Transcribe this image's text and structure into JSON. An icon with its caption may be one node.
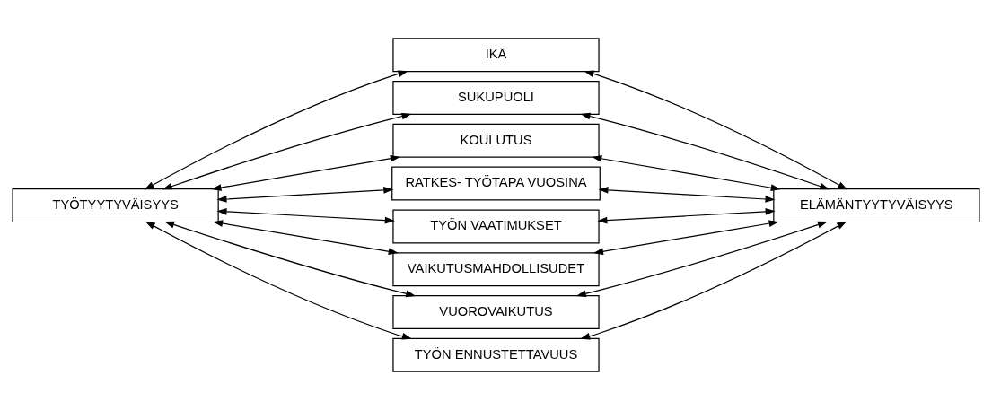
{
  "diagram": {
    "nodes": [
      {
        "text": [
          "TYÖTYYTYVÄISYYS"
        ]
      },
      {
        "text": [
          "IKÄ"
        ]
      },
      {
        "text": [
          "SUKUPUOLI"
        ]
      },
      {
        "text": [
          "KOULUTUS"
        ]
      },
      {
        "text": [
          "RATKES- TYÖTAPA VUOSINA"
        ]
      },
      {
        "text": [
          "TYÖN VAATIMUKSET"
        ]
      },
      {
        "text": [
          "VAIKUTUSMAHDOLLISUDET"
        ]
      },
      {
        "text": [
          "VUOROVAIKUTUS"
        ]
      },
      {
        "text": [
          "TYÖN ENNUSTETTAVUUS"
        ]
      },
      {
        "text": [
          "ELÄMÄNTYYTYVÄISYYS"
        ]
      }
    ],
    "edges": [
      {
        "from": 0,
        "to": 1,
        "arrow": "both"
      },
      {
        "from": 0,
        "to": 2,
        "arrow": "both"
      },
      {
        "from": 0,
        "to": 3,
        "arrow": "both"
      },
      {
        "from": 0,
        "to": 4,
        "arrow": "both"
      },
      {
        "from": 0,
        "to": 5,
        "arrow": "both"
      },
      {
        "from": 0,
        "to": 6,
        "arrow": "both"
      },
      {
        "from": 0,
        "to": 7,
        "arrow": "both"
      },
      {
        "from": 0,
        "to": 8,
        "arrow": "both"
      },
      {
        "from": 1,
        "to": 9,
        "arrow": "both"
      },
      {
        "from": 2,
        "to": 9,
        "arrow": "both"
      },
      {
        "from": 3,
        "to": 9,
        "arrow": "both"
      },
      {
        "from": 4,
        "to": 9,
        "arrow": "both"
      },
      {
        "from": 5,
        "to": 9,
        "arrow": "both"
      },
      {
        "from": 6,
        "to": 9,
        "arrow": "both"
      },
      {
        "from": 7,
        "to": 9,
        "arrow": "both"
      },
      {
        "from": 8,
        "to": 9,
        "arrow": "both"
      }
    ]
  }
}
